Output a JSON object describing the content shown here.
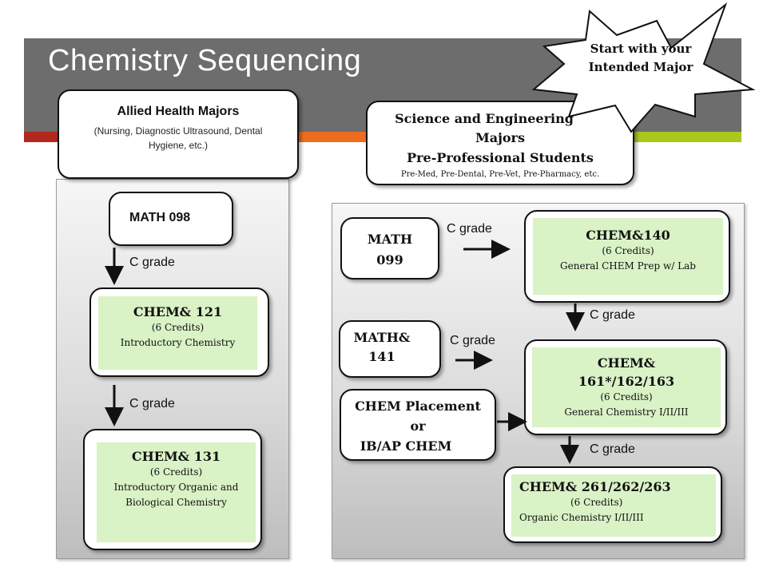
{
  "title": "Chemistry Sequencing",
  "starburst": {
    "line1": "Start with your",
    "line2": "Intended Major"
  },
  "colors": {
    "stripe_red": "#b0281d",
    "stripe_orange": "#ed6c1e",
    "stripe_green": "#a8c81c",
    "title_bar": "#6d6d6d",
    "course_fill": "#d9f2c6"
  },
  "allied": {
    "heading": "Allied Health Majors",
    "sub": "(Nursing, Diagnostic Ultrasound, Dental Hygiene, etc.)",
    "math": "MATH 098",
    "grade1": "C grade",
    "chem121": {
      "name": "CHEM& 121",
      "credits": "(6 Credits)",
      "desc": "Introductory Chemistry"
    },
    "grade2": "C grade",
    "chem131": {
      "name": "CHEM& 131",
      "credits": "(6 Credits)",
      "desc1": "Introductory Organic and",
      "desc2": "Biological Chemistry"
    }
  },
  "science": {
    "heading1": "Science and Engineering",
    "heading2": "Majors",
    "heading3": "Pre-Professional Students",
    "sub": "Pre-Med, Pre-Dental, Pre-Vet, Pre-Pharmacy, etc.",
    "math099_1": "MATH",
    "math099_2": "099",
    "grade_a": "C grade",
    "chem140": {
      "name": "CHEM&140",
      "credits": "(6 Credits)",
      "desc": "General CHEM Prep w/ Lab"
    },
    "grade_b": "C grade",
    "math141_1": "MATH&",
    "math141_2": "141",
    "grade_c": "C grade",
    "chem161": {
      "name1": "CHEM&",
      "name2": "161*/162/163",
      "credits": "(6 Credits)",
      "desc": "General Chemistry I/II/III"
    },
    "placement1": "CHEM Placement",
    "placement2": "or",
    "placement3": "IB/AP CHEM",
    "grade_d": "C grade",
    "chem261": {
      "name": "CHEM& 261/262/263",
      "credits": "(6 Credits)",
      "desc": "Organic Chemistry I/II/III"
    }
  }
}
